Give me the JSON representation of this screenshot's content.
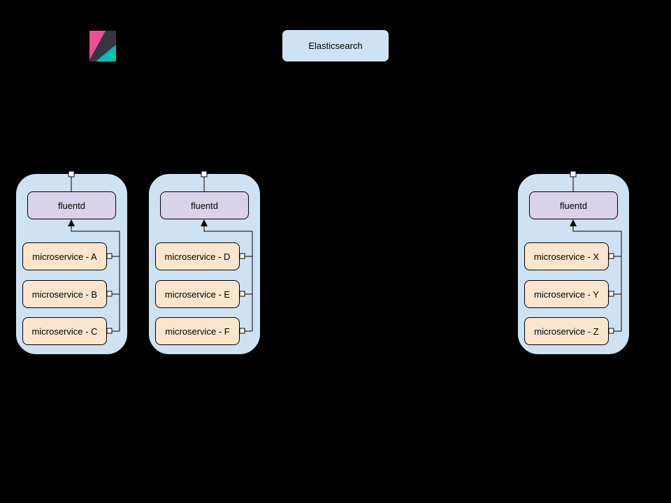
{
  "diagram": {
    "background": "#000000",
    "connector_color": "#000000"
  },
  "colors": {
    "container_fill": "#cfe2f3",
    "elasticsearch_fill": "#cfe2f3",
    "fluentd_fill": "#d9d2e9",
    "service_fill": "#fce5cd",
    "connector": "#000000"
  },
  "kibana_logo": {
    "name": "kibana-logo",
    "pink": "#F04E98",
    "teal": "#00BFB3",
    "dark": "#343741"
  },
  "elasticsearch": {
    "label": "Elasticsearch"
  },
  "pods": [
    {
      "fluentd_label": "fluentd",
      "services": [
        "microservice - A",
        "microservice - B",
        "microservice - C"
      ]
    },
    {
      "fluentd_label": "fluentd",
      "services": [
        "microservice - D",
        "microservice - E",
        "microservice - F"
      ]
    },
    {
      "fluentd_label": "fluentd",
      "services": [
        "microservice - X",
        "microservice - Y",
        "microservice - Z"
      ]
    }
  ]
}
